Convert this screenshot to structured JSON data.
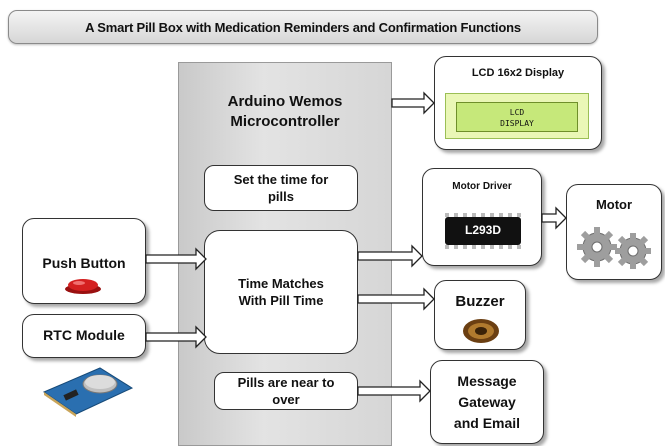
{
  "title": "A Smart Pill Box with Medication Reminders and Confirmation Functions",
  "microcontroller": {
    "line1": "Arduino Wemos",
    "line2": "Microcontroller",
    "set_time": {
      "line1": "Set the time for",
      "line2": "pills"
    },
    "time_match": {
      "line1": "Time Matches",
      "line2": "With Pill Time"
    },
    "pills_near": {
      "line1": "Pills are near to",
      "line2": "over"
    }
  },
  "inputs": {
    "push_button": "Push Button",
    "rtc_module": "RTC Module"
  },
  "outputs": {
    "lcd": {
      "title": "LCD 16x2 Display",
      "screen_line1": "LCD",
      "screen_line2": "DISPLAY"
    },
    "motor_driver": {
      "title": "Motor Driver",
      "chip": "L293D"
    },
    "motor": "Motor",
    "buzzer": "Buzzer",
    "message": {
      "line1": "Message",
      "line2": "Gateway",
      "line3": "and Email"
    }
  },
  "colors": {
    "lcd_screen": "#c6e87a",
    "lcd_board": "#eaf7b6",
    "button_red": "#d42020",
    "chip_black": "#111111"
  }
}
